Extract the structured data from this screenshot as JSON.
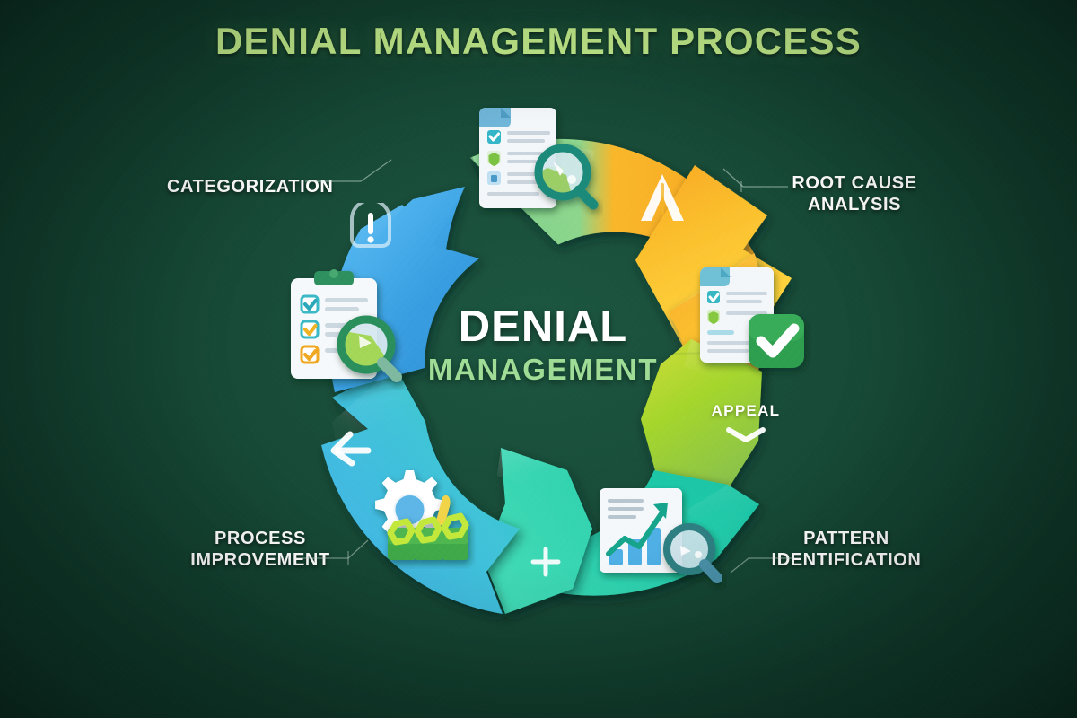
{
  "page": {
    "title": "DENIAL MANAGEMENT PROCESS",
    "background_color": "#12412f",
    "title_color": "#c3ed8b"
  },
  "center": {
    "line1": "DENIAL",
    "line2": "MANAGEMENT",
    "line1_color": "#ffffff",
    "line2_color": "#9fdc96"
  },
  "diagram": {
    "type": "cycle",
    "segment_count": 5,
    "segments": [
      {
        "id": "categorization",
        "label": "CATEGORIZATION",
        "label_position": "outer-left-top",
        "color": "#2f95dd",
        "color_end": "#4fb3ef",
        "icon": "clipboard-checklist-magnifier-icon",
        "badge_icon": "alert-exclamation-icon"
      },
      {
        "id": "root-cause-analysis",
        "label": "ROOT CAUSE\nANALYSIS",
        "label_position": "outer-right-top",
        "color": "#f7a823",
        "color_end": "#ffd23d",
        "icon": "document-checklist-magnifier-icon",
        "badge_icon": "upward-arrow-icon"
      },
      {
        "id": "appeal",
        "label": "APPEAL",
        "label_position": "inner-right",
        "color": "#a8d82c",
        "color_end": "#8ccf35",
        "icon": "document-approved-check-icon",
        "badge_icon": "chevron-down-icon"
      },
      {
        "id": "pattern-identification",
        "label": "PATTERN\nIDENTIFICATION",
        "label_position": "outer-right-bottom",
        "color": "#1fc5a4",
        "color_end": "#36d3ae",
        "icon": "bar-chart-growth-magnifier-icon",
        "badge_icon": "plus-icon"
      },
      {
        "id": "process-improvement",
        "label": "PROCESS\nIMPROVEMENT",
        "label_position": "outer-left-bottom",
        "color": "#3fb4e8",
        "color_end": "#2ec9b4",
        "icon": "gears-cogs-icon",
        "badge_icon": "arrow-left-icon"
      }
    ]
  },
  "labels": {
    "categorization": "CATEGORIZATION",
    "root_cause_analysis": "ROOT CAUSE\nANALYSIS",
    "pattern_identification": "PATTERN\nIDENTIFICATION",
    "process_improvement": "PROCESS\nIMPROVEMENT",
    "appeal": "APPEAL"
  }
}
